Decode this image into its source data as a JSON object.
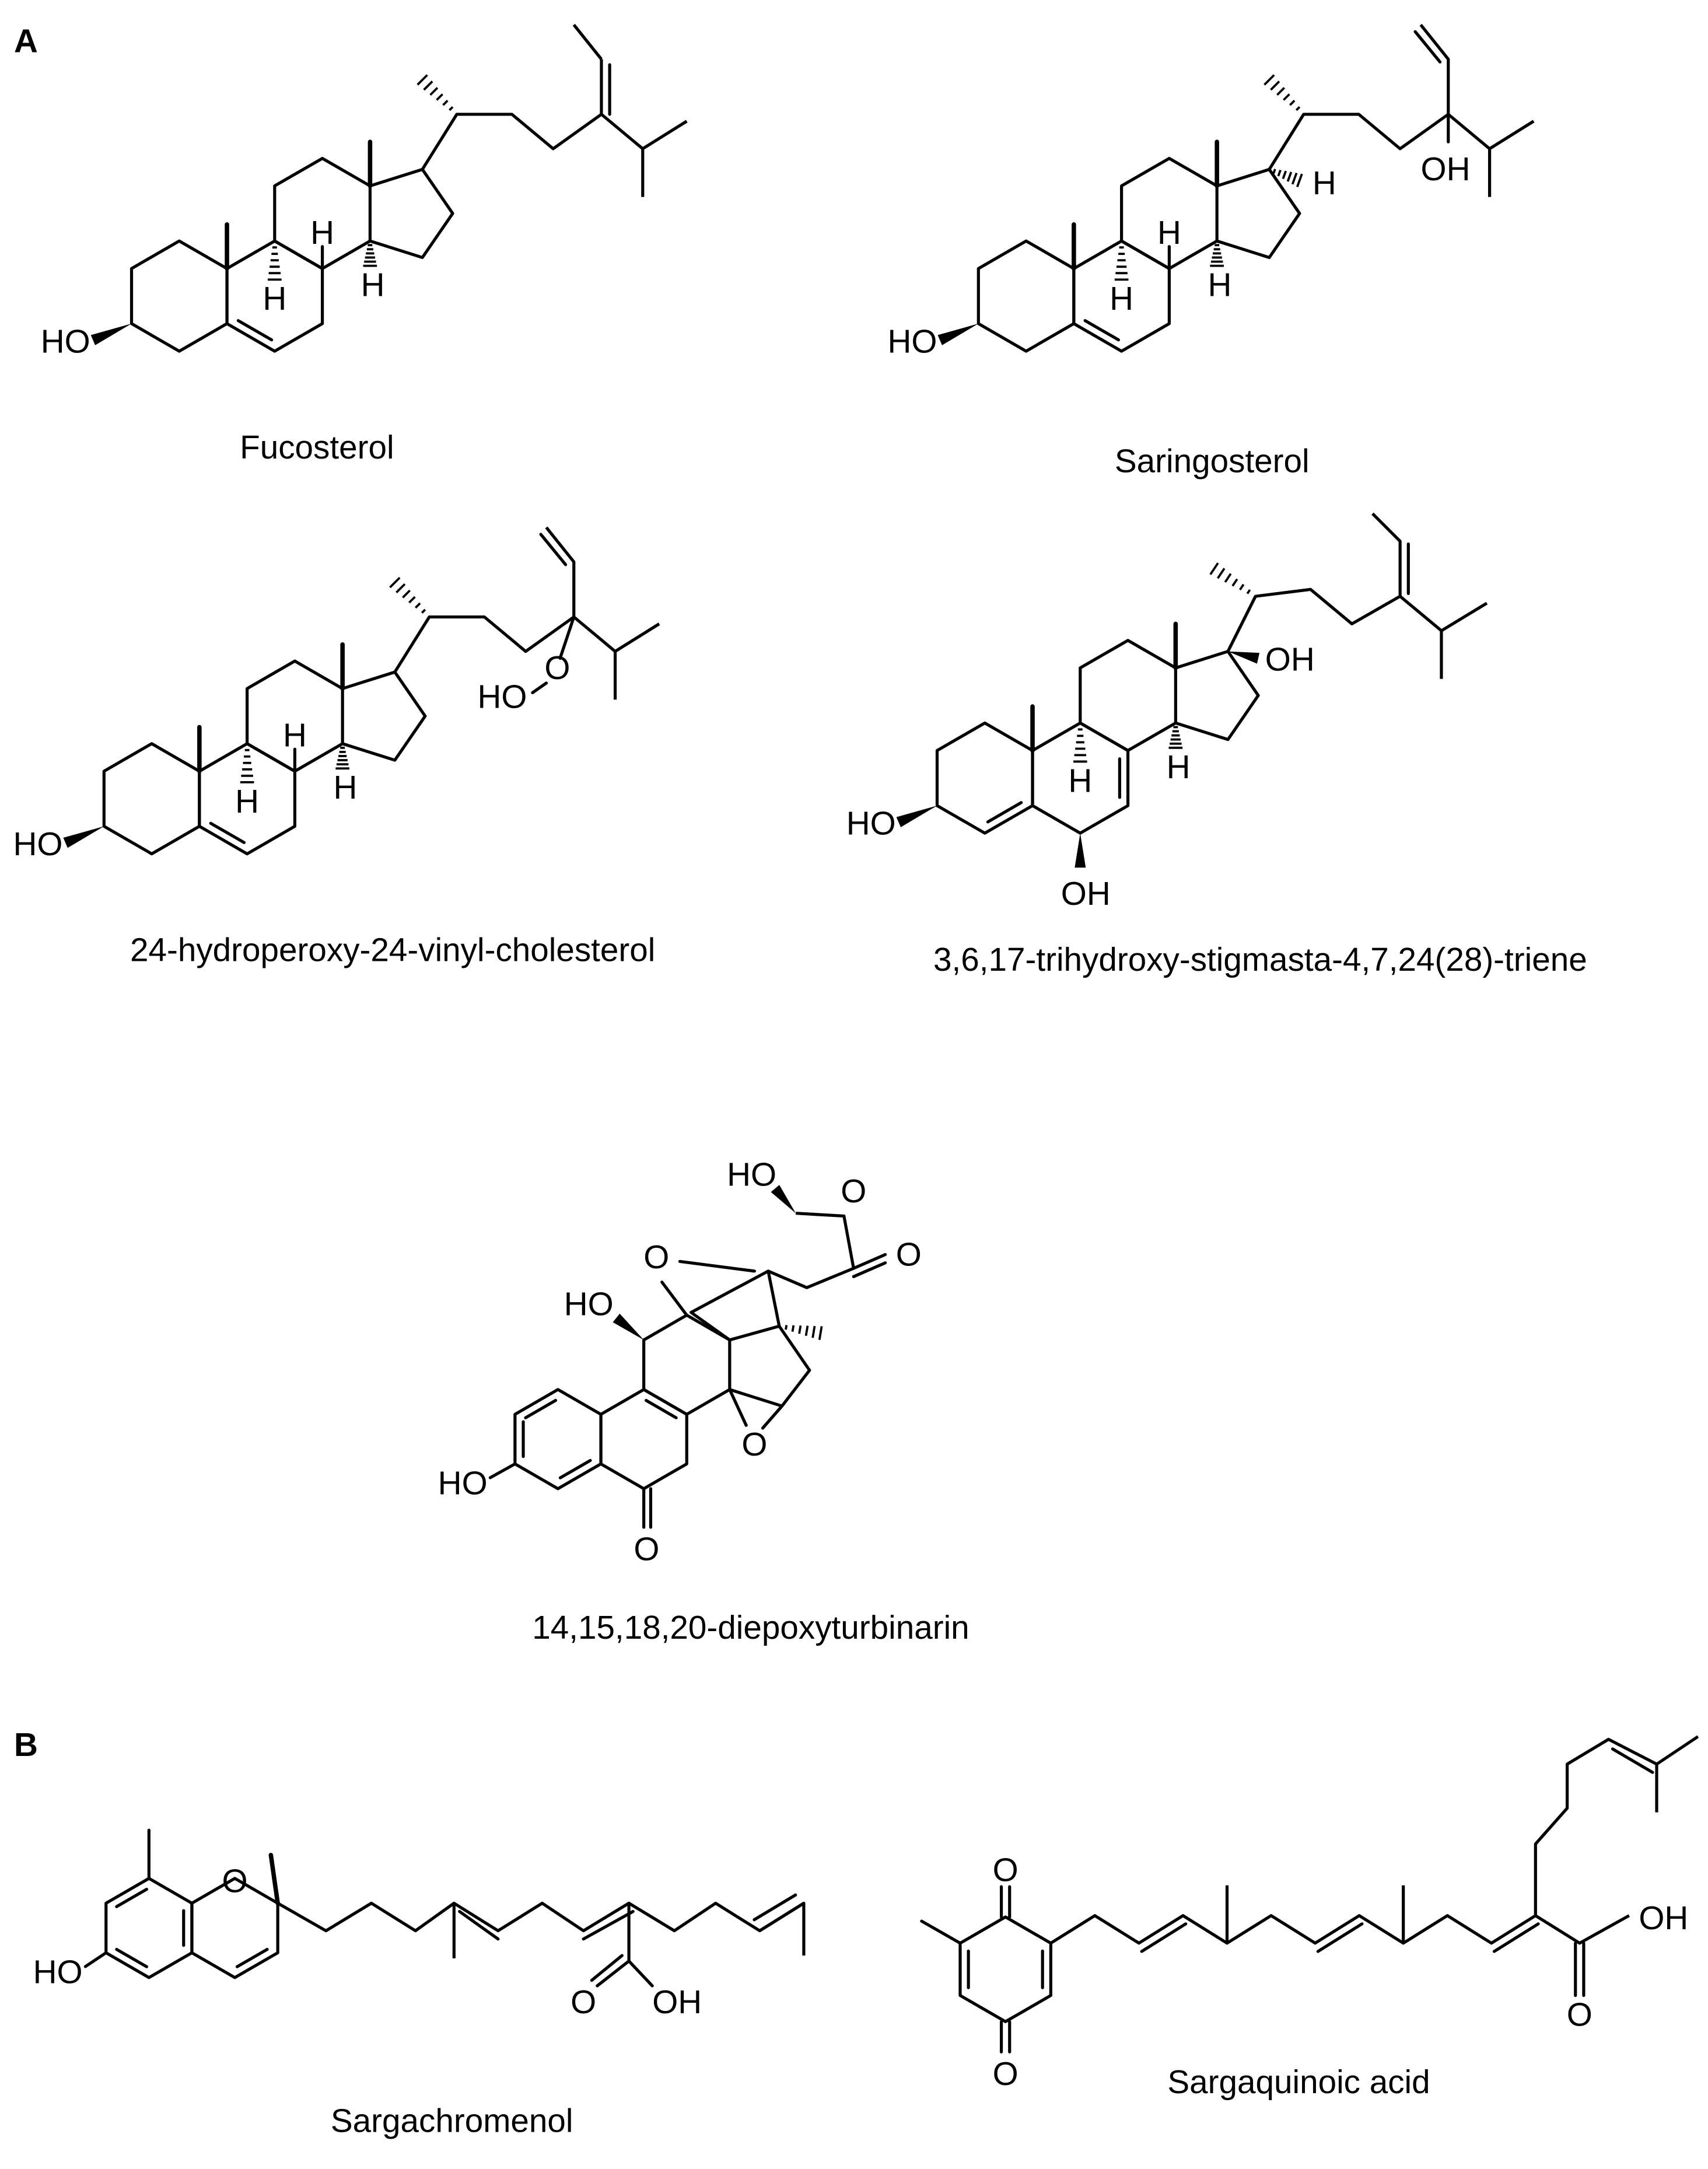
{
  "panels": [
    {
      "label": "A"
    },
    {
      "label": "B"
    }
  ],
  "compounds": [
    {
      "name": "Fucosterol",
      "atom_labels": [
        "HO",
        "H",
        "H",
        "H"
      ]
    },
    {
      "name": "Saringosterol",
      "atom_labels": [
        "HO",
        "H",
        "H",
        "H",
        "H",
        "OH"
      ]
    },
    {
      "name": "24-hydroperoxy-24-vinyl-cholesterol",
      "atom_labels": [
        "HO",
        "H",
        "H",
        "H",
        "HO",
        "O"
      ]
    },
    {
      "name": "3,6,17-trihydroxy-stigmasta-4,7,24(28)-triene",
      "atom_labels": [
        "HO",
        "H",
        "H",
        "OH",
        "OH"
      ]
    },
    {
      "name": "14,15,18,20-diepoxyturbinarin",
      "atom_labels": [
        "HO",
        "O",
        "O",
        "HO",
        "O",
        "O",
        "HO",
        "O"
      ]
    },
    {
      "name": "Sargachromenol",
      "atom_labels": [
        "O",
        "HO",
        "O",
        "OH"
      ]
    },
    {
      "name": "Sargaquinoic acid",
      "atom_labels": [
        "O",
        "O",
        "OH",
        "O"
      ]
    }
  ],
  "colors": {
    "ink": "#000000",
    "background": "#ffffff"
  }
}
